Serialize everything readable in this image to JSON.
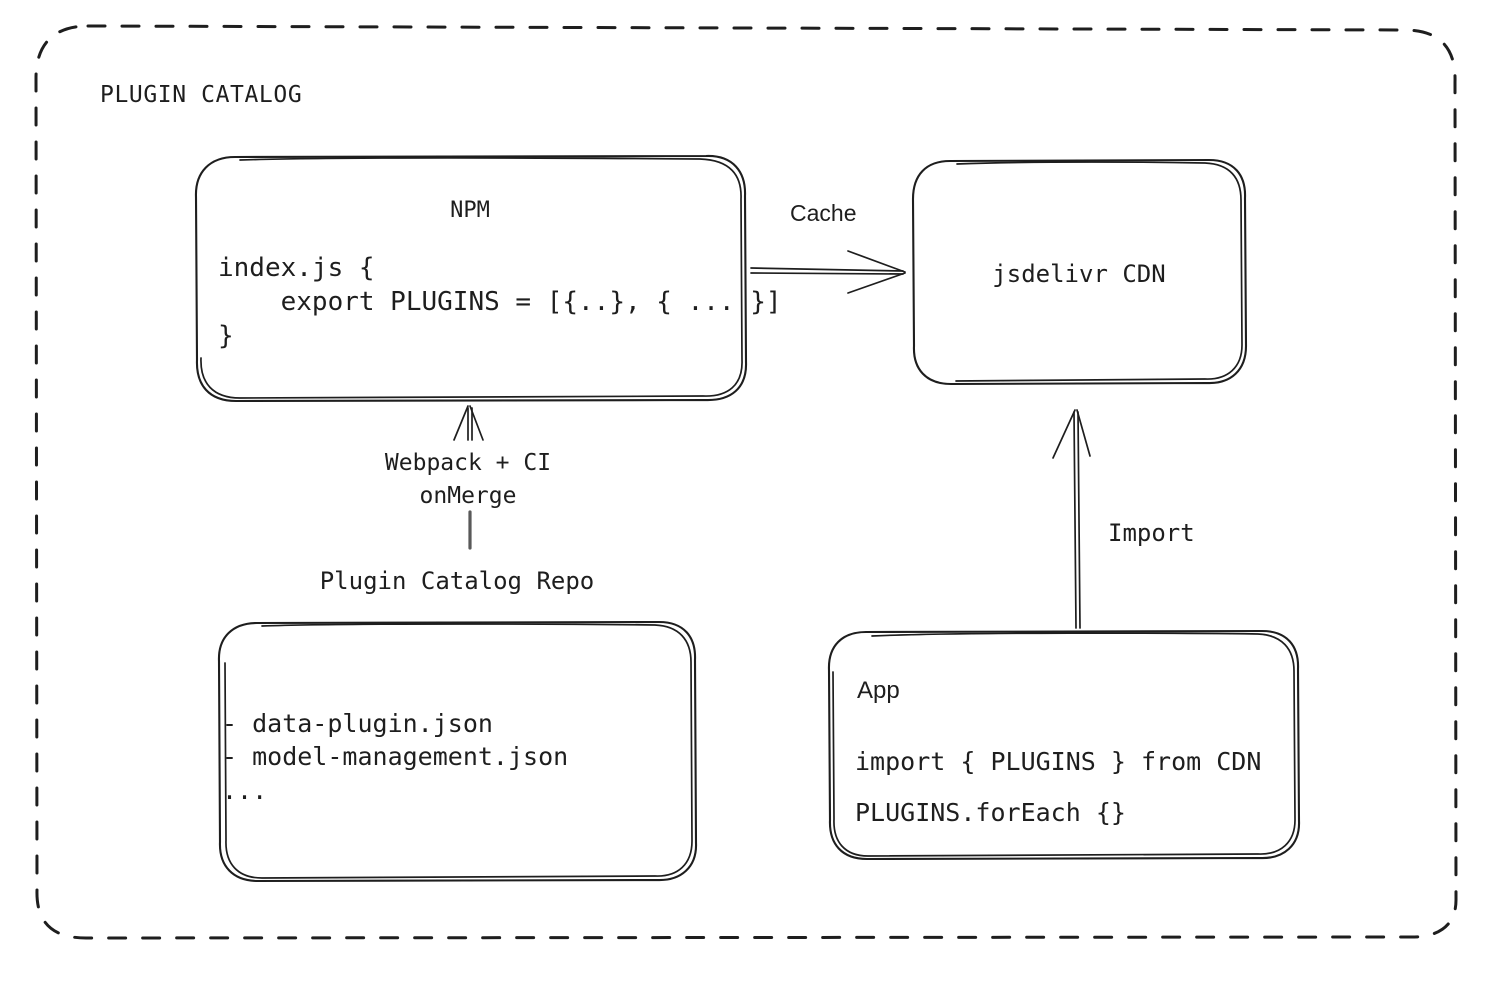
{
  "diagram": {
    "type": "architecture-flow",
    "style": "hand-drawn-sketch",
    "background_color": "#ffffff",
    "stroke_color": "#1e1e1e",
    "connector_gray": "#595959",
    "group": {
      "title": "PLUGIN CATALOG",
      "border": "dashed-rounded-rectangle"
    },
    "nodes": {
      "npm": {
        "title": "NPM",
        "code_lines": [
          "index.js {",
          "    export PLUGINS = [{..}, { ... }]",
          "}"
        ]
      },
      "cdn": {
        "label": "jsdelivr CDN"
      },
      "repo": {
        "title": "Plugin Catalog Repo",
        "items": [
          "- data-plugin.json",
          "- model-management.json",
          "..."
        ]
      },
      "app": {
        "title": "App",
        "code_lines": [
          "import { PLUGINS } from CDN",
          "PLUGINS.forEach {}"
        ]
      }
    },
    "edges": {
      "npm_to_cdn": {
        "label": "Cache",
        "from": "npm",
        "to": "cdn",
        "direction": "right"
      },
      "repo_to_npm": {
        "label": "Webpack + CI\nonMerge",
        "label_line1": "Webpack + CI",
        "label_line2": "onMerge",
        "from": "repo",
        "to": "npm",
        "direction": "up"
      },
      "app_to_cdn": {
        "label": "Import",
        "from": "app",
        "to": "cdn",
        "direction": "up"
      }
    }
  }
}
